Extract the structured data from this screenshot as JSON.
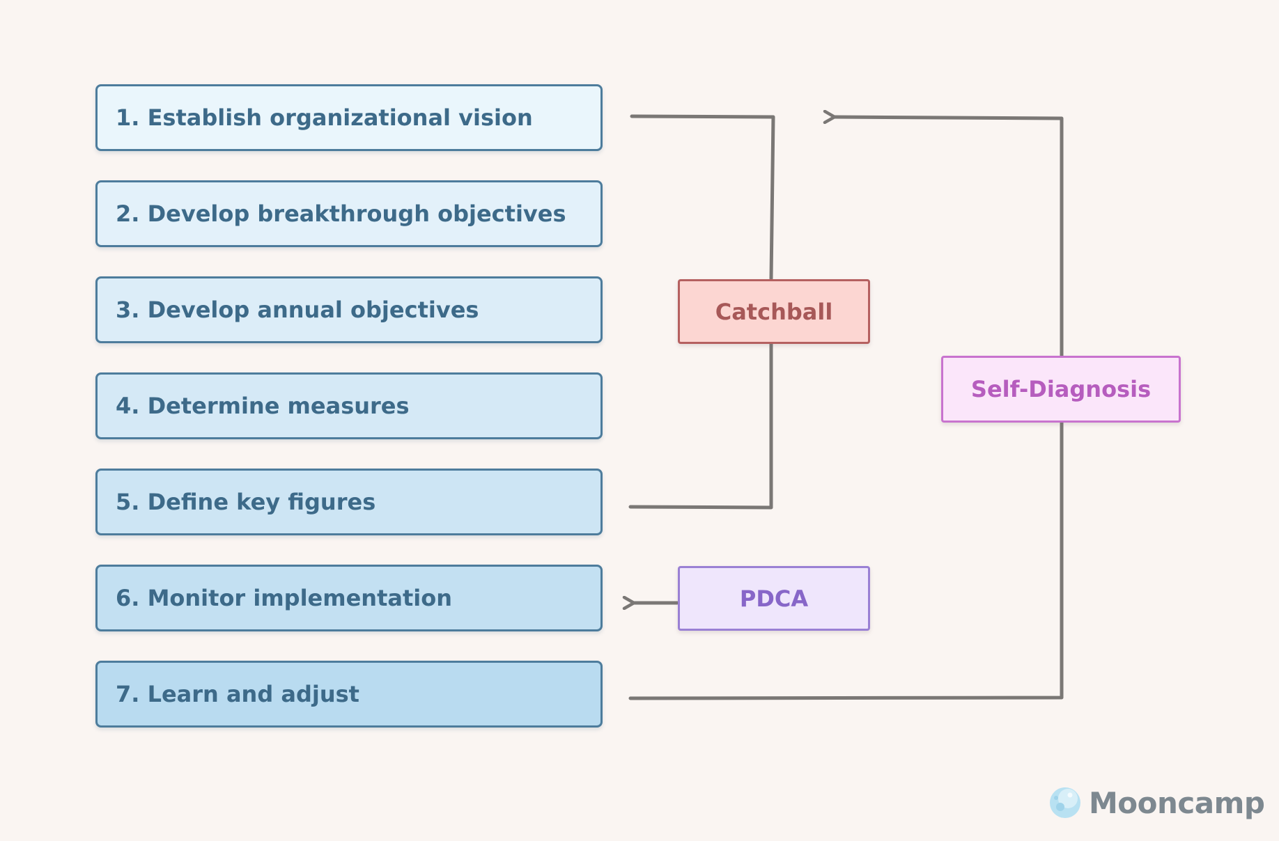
{
  "steps": [
    {
      "label": "1. Establish organizational vision",
      "fill": "#eaf6fc"
    },
    {
      "label": "2. Develop breakthrough objectives",
      "fill": "#e3f1fa"
    },
    {
      "label": "3. Develop annual objectives",
      "fill": "#dcedf8"
    },
    {
      "label": "4. Determine measures",
      "fill": "#d5e9f6"
    },
    {
      "label": "5. Define key figures",
      "fill": "#cde5f4"
    },
    {
      "label": "6. Monitor implementation",
      "fill": "#c3e0f2"
    },
    {
      "label": "7. Learn and adjust",
      "fill": "#b9dbf0"
    }
  ],
  "tags": {
    "catchball": {
      "label": "Catchball",
      "fill": "#fcd6d2",
      "border": "#b56060",
      "text": "#a75858"
    },
    "self_diagnosis": {
      "label": "Self-Diagnosis",
      "fill": "#fbe6fa",
      "border": "#c873ce",
      "text": "#b65dbe"
    },
    "pdca": {
      "label": "PDCA",
      "fill": "#efe6fc",
      "border": "#9a80d4",
      "text": "#8766c8"
    }
  },
  "connector_color": "#7a7775",
  "brand": {
    "name": "Mooncamp",
    "icon": "moon-icon"
  }
}
